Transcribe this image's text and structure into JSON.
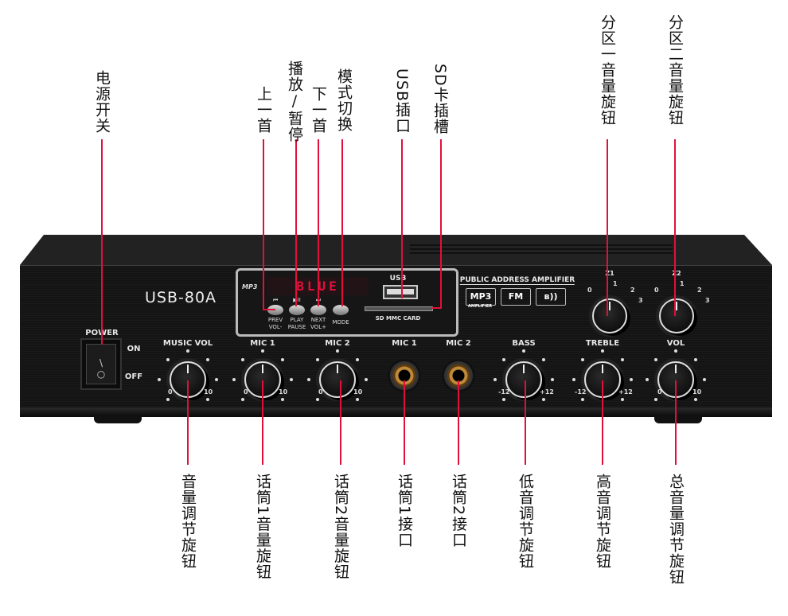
{
  "top_labels": {
    "power_switch": "电源开关",
    "prev": "上一首",
    "play_pause": "播放/暂停",
    "next": "下一首",
    "mode_switch": "模式切换",
    "usb_port": "USB插口",
    "sd_slot": "SD卡插槽",
    "zone1_vol": "分区一音量旋钮",
    "zone2_vol": "分区二音量旋钮"
  },
  "bottom_labels": {
    "music_vol": "音量调节旋钮",
    "mic1_vol": "话筒1音量旋钮",
    "mic2_vol": "话筒2音量旋钮",
    "mic1_jack": "话筒1接口",
    "mic2_jack": "话筒2接口",
    "bass": "低音调节旋钮",
    "treble": "高音调节旋钮",
    "master_vol": "总音量调节旋钮"
  },
  "panel": {
    "model": "USB-80A",
    "power": "POWER",
    "on": "ON",
    "off": "OFF",
    "mp3_logo": "MP3",
    "display": "BLUE",
    "usb": "USB",
    "sd_card": "SD MMC CARD",
    "pa_title": "PUBLIC ADDRESS AMPLIFIER",
    "badge_mp3": "MP3",
    "badge_mp3_sub": "AMPLIFIER",
    "badge_fm": "FM",
    "badge_bt": "ʙ))",
    "buttons": [
      {
        "icon": "⏮",
        "label1": "PREV",
        "label2": "VOL-"
      },
      {
        "icon": "▶II",
        "label1": "PLAY",
        "label2": "PAUSE"
      },
      {
        "icon": "⏭",
        "label1": "NEXT",
        "label2": "VOL+"
      },
      {
        "icon": "",
        "label1": "MODE",
        "label2": ""
      }
    ],
    "knobs": {
      "music_vol": {
        "label": "MUSIC VOL",
        "min": "0",
        "max": "10"
      },
      "mic1": {
        "label": "MIC 1",
        "min": "0",
        "max": "10"
      },
      "mic2": {
        "label": "MIC 2",
        "min": "0",
        "max": "10"
      },
      "jack1": {
        "label": "MIC 1"
      },
      "jack2": {
        "label": "MIC 2"
      },
      "bass": {
        "label": "BASS",
        "min": "-12",
        "max": "+12"
      },
      "treble": {
        "label": "TREBLE",
        "min": "-12",
        "max": "+12"
      },
      "vol": {
        "label": "VOL",
        "min": "0",
        "max": "10"
      },
      "z1": {
        "label": "Z1",
        "s0": "0",
        "s1": "1",
        "s2": "2",
        "s3": "3"
      },
      "z2": {
        "label": "Z2",
        "s0": "0",
        "s1": "1",
        "s2": "2",
        "s3": "3"
      }
    }
  },
  "colors": {
    "callout_line": "#e0103a",
    "display": "#e0103a"
  }
}
